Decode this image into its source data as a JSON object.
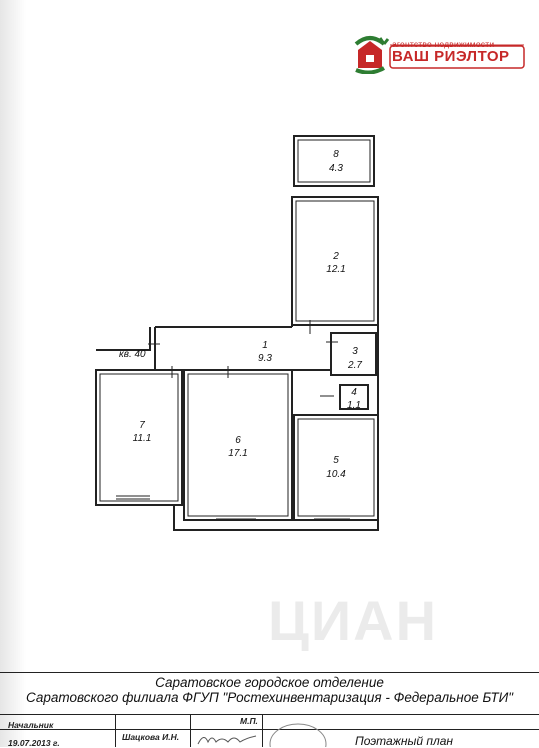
{
  "logo": {
    "tagline": "агентство недвижимости",
    "name": "ВАШ РИЭЛТОР",
    "color": "#c62828",
    "accent": "#2e7d32"
  },
  "plan": {
    "apartment_label": "кв. 40",
    "rooms": [
      {
        "number": "8",
        "area": "4.3"
      },
      {
        "number": "2",
        "area": "12.1"
      },
      {
        "number": "1",
        "area": "9.3"
      },
      {
        "number": "3",
        "area": "2.7"
      },
      {
        "number": "4",
        "area": "1.1"
      },
      {
        "number": "7",
        "area": "11.1"
      },
      {
        "number": "6",
        "area": "17.1"
      },
      {
        "number": "5",
        "area": "10.4"
      }
    ]
  },
  "watermark": "ЦИАН",
  "stamp": {
    "org_line1": "Саратовское городское отделение",
    "org_line2": "Саратовского филиала ФГУП \"Ростехинвентаризация - Федеральное БТИ\"",
    "position": "Начальник",
    "date": "19.07.2013 г.",
    "name": "Шацкова И.Н.",
    "seal_label": "М.П.",
    "doc_title": "Поэтажный план"
  }
}
